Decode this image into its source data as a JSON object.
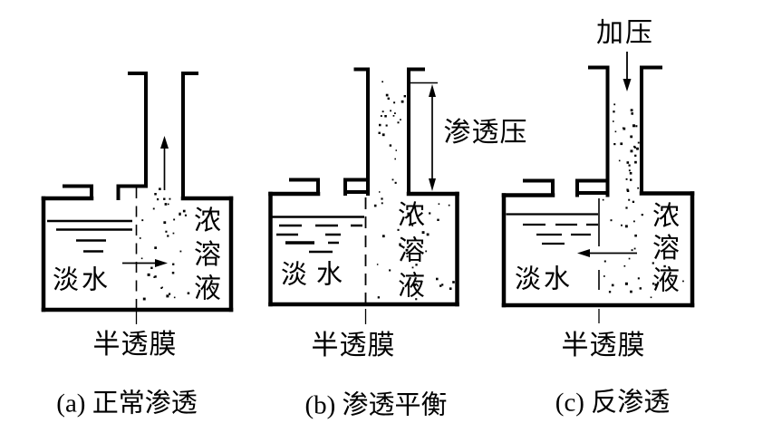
{
  "figure": {
    "background": "#ffffff",
    "ink_color": "#000000",
    "panels": [
      {
        "id": "a",
        "caption": "(a) 正常渗透",
        "membrane_label": "半透膜",
        "fresh_water_label": "淡水",
        "concentrated_solution_label": "浓溶液"
      },
      {
        "id": "b",
        "caption": "(b) 渗透平衡",
        "membrane_label": "半透膜",
        "fresh_water_label": "淡水",
        "concentrated_solution_label": "浓溶液",
        "osmotic_pressure_label": "渗透压"
      },
      {
        "id": "c",
        "caption": "(c) 反渗透",
        "membrane_label": "半透膜",
        "fresh_water_label": "淡水",
        "concentrated_solution_label": "浓溶液",
        "applied_pressure_label": "加压"
      }
    ]
  }
}
